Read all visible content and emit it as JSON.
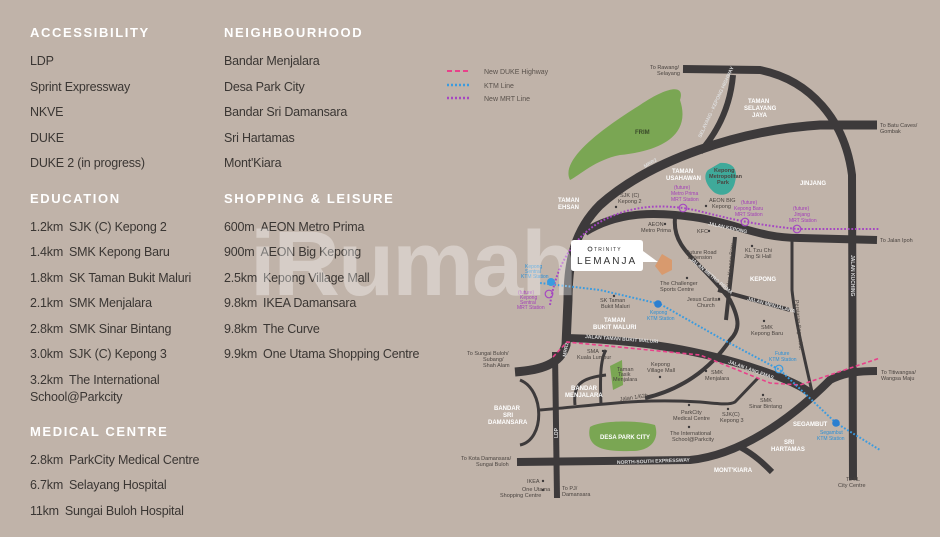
{
  "accessibility": {
    "title": "ACCESSIBILITY",
    "items": [
      "LDP",
      "Sprint Expressway",
      "NKVE",
      "DUKE",
      "DUKE 2 (in progress)"
    ]
  },
  "education": {
    "title": "EDUCATION",
    "items": [
      {
        "dist": "1.2km",
        "name": "SJK (C) Kepong 2"
      },
      {
        "dist": "1.4km",
        "name": "SMK Kepong Baru"
      },
      {
        "dist": "1.8km",
        "name": "SK Taman Bukit Maluri"
      },
      {
        "dist": "2.1km",
        "name": "SMK Menjalara"
      },
      {
        "dist": "2.8km",
        "name": "SMK Sinar Bintang"
      },
      {
        "dist": "3.0km",
        "name": "SJK (C) Kepong 3"
      },
      {
        "dist": "3.2km",
        "name": "The International School@Parkcity"
      }
    ]
  },
  "medical": {
    "title": "MEDICAL CENTRE",
    "items": [
      {
        "dist": "2.8km",
        "name": "ParkCity Medical Centre"
      },
      {
        "dist": "6.7km",
        "name": "Selayang Hospital"
      },
      {
        "dist": "11km",
        "name": "Sungai Buloh Hospital"
      }
    ]
  },
  "neighbourhood": {
    "title": "NEIGHBOURHOOD",
    "items": [
      "Bandar Menjalara",
      "Desa Park City",
      "Bandar Sri Damansara",
      "Sri Hartamas",
      "Mont'Kiara"
    ]
  },
  "shopping": {
    "title": "SHOPPING & LEISURE",
    "items": [
      {
        "dist": "600m",
        "name": "AEON Metro Prima"
      },
      {
        "dist": "900m",
        "name": "AEON Big Kepong"
      },
      {
        "dist": "2.5km",
        "name": "Kepong Village Mall"
      },
      {
        "dist": "9.8km",
        "name": "IKEA Damansara"
      },
      {
        "dist": "9.8km",
        "name": "The Curve"
      },
      {
        "dist": "9.9km",
        "name": "One Utama Shopping Centre"
      }
    ]
  },
  "watermark": "iRumah",
  "map": {
    "legend": {
      "duke": "New DUKE Highway",
      "ktm": "KTM Line",
      "mrt": "New MRT Line"
    },
    "logo": {
      "brand": "TRINITY",
      "name": "LEMANJA"
    },
    "areas": {
      "frim": "FRIM",
      "selayang1": "TAMAN",
      "selayang2": "SELAYANG",
      "selayang3": "JAYA",
      "usahawan1": "TAMAN",
      "usahawan2": "USAHAWAN",
      "ehsan1": "TAMAN",
      "ehsan2": "EHSAN",
      "jinjang": "JINJANG",
      "kepong": "KEPONG",
      "maluri1": "TAMAN",
      "maluri2": "BUKIT MALURI",
      "menjalara1": "BANDAR",
      "menjalara2": "MENJALARA",
      "bsd1": "BANDAR",
      "bsd2": "SRI",
      "bsd3": "DAMANSARA",
      "desa": "DESA PARK CITY",
      "segambut": "SEGAMBUT",
      "hartamas1": "SRI",
      "hartamas2": "HARTAMAS",
      "montkiara": "MONT'KIARA",
      "metropark1": "Kepong",
      "metropark2": "Metropolitan",
      "metropark3": "Park"
    },
    "roads": {
      "mrr2a": "MRR2",
      "mrr2b": "MRR2",
      "selayang": "SELAYANG - KEPONG HIGHWAY",
      "kepong": "JALAN KEPONG",
      "kuching": "JALAN KUCHING",
      "maluri": "JALAN TAMAN BUKIT MALURI",
      "langemas": "JALAN LANG EMAS",
      "nse": "NORTH-SOUTH EXPRESSWAY",
      "ldp": "LDP",
      "j162b": "Jalan 1/62b",
      "kepongbaru": "Jalan Kepong Baru",
      "metroprima": "JALAN METRO PRIMA",
      "segambutrd": "Persiaran Segambut",
      "menjalara": "JALAN MENJALARA"
    },
    "destinations": {
      "rawang1": "To Rawang/",
      "rawang2": "Selayang",
      "batu1": "To Batu Caves/",
      "batu2": "Gombak",
      "ipoh": "To Jalan Ipoh",
      "buloh1": "To Sungai Buloh/",
      "buloh2": "Subang/",
      "buloh3": "Shah Alam",
      "titi1": "To Titiwangsa/",
      "titi2": "Wangsa Maju",
      "kota1": "To Kota Damansara/",
      "kota2": "Sungai Buloh",
      "pj1": "To PJ/",
      "pj2": "Damansara",
      "kl1": "To KL",
      "kl2": "City Centre"
    },
    "pois": {
      "sjk2a": "SJK (C)",
      "sjk2b": "Kepong 2",
      "aeonbig1": "AEON BIG",
      "aeonbig2": "Kepong",
      "aeonmp1": "AEON",
      "aeonmp2": "Metro Prima",
      "kfc": "KFC",
      "tzuchi1": "KL Tzu Chi",
      "tzuchi2": "Jing Si Hall",
      "future1": "Future Road",
      "future2": "Extension",
      "challenger1": "The Challenger",
      "challenger2": "Sports Centre",
      "sk1": "SK Taman",
      "sk2": "Bukit Maluri",
      "jesus1": "Jesus Caritas",
      "jesus2": "Church",
      "smkkb1": "SMK",
      "smkkb2": "Kepong Baru",
      "sma1": "SMA",
      "sma2": "Kuala Lumpur",
      "tasik1": "Taman",
      "tasik2": "Tasik",
      "tasik3": "Menjalara",
      "kvm1": "Kepong",
      "kvm2": "Village Mall",
      "smkm1": "SMK",
      "smkm2": "Menjalara",
      "smksb1": "SMK",
      "smksb2": "Sinar Bintang",
      "pcmc1": "ParkCity",
      "pcmc2": "Medical Centre",
      "sjk3a": "SJK(C)",
      "sjk3b": "Kepong 3",
      "isp1": "The International",
      "isp2": "School@Parkcity",
      "ikea": "IKEA",
      "ou1": "One Utama",
      "ou2": "Shopping Centre"
    },
    "stations": {
      "mp1": "(future)",
      "mp2": "Metro Prima",
      "mp3": "MRT Station",
      "kb1": "(future)",
      "kb2": "Kepong Baru",
      "kb3": "MRT Station",
      "jj1": "(future)",
      "jj2": "Jinjang",
      "jj3": "MRT Station",
      "ksm1": "(future)",
      "ksm2": "Kepong",
      "ksm3": "Sentral",
      "ksm4": "MRT Station",
      "ksk1": "Kepong",
      "ksk2": "Sentral",
      "ksk3": "KTM Station",
      "kk1": "Kepong",
      "kk2": "KTM Station",
      "fk1": "Future",
      "fk2": "KTM Station",
      "sg1": "Segambut",
      "sg2": "KTM Station"
    },
    "colors": {
      "road": "#3d3a3b",
      "green": "#7aa653",
      "teal": "#3fa99a",
      "duke": "#e8418a",
      "ktm": "#3a9be0",
      "mrt": "#a547c2",
      "background": "#c0b3a9"
    }
  }
}
